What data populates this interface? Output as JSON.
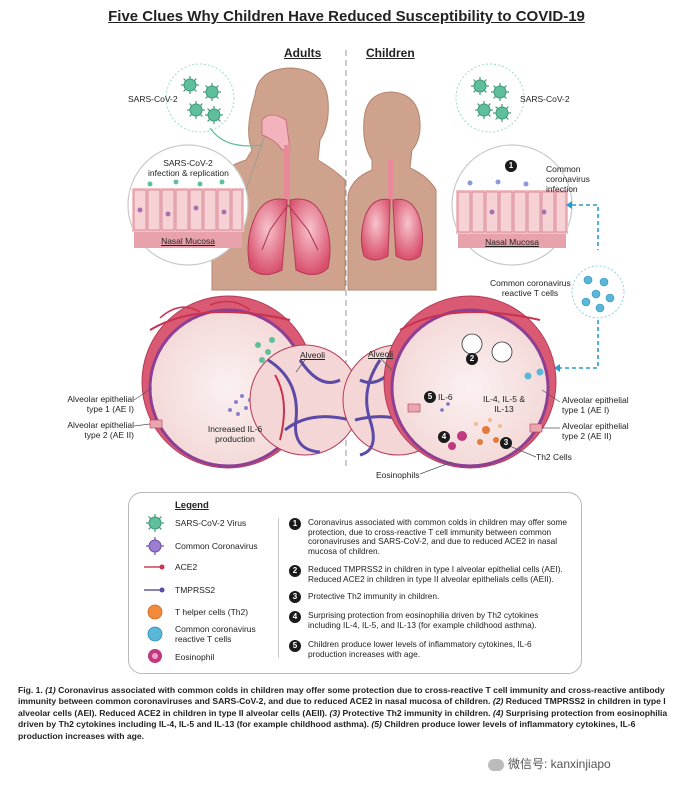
{
  "title": "Five Clues Why Children Have Reduced Susceptibility to COVID-19",
  "columns": {
    "adults": "Adults",
    "children": "Children"
  },
  "labels": {
    "sars_left": "SARS-CoV-2",
    "sars_right": "SARS-CoV-2",
    "infection_replication": "SARS-CoV-2\ninfection & replication",
    "nasal_left": "Nasal Mucosa",
    "nasal_right": "Nasal Mucosa",
    "common_corona_infection": "Common\ncoronavirus\ninfection",
    "reactive_t_cells": "Common coronavirus\nreactive T cells",
    "alveoli_left": "Alveoli",
    "alveoli_right": "Alveoli",
    "ae1_left": "Alveolar epithelial\ntype 1 (AE I)",
    "ae2_left": "Alveolar epithelial\ntype 2 (AE II)",
    "ae1_right": "Alveolar epithelial\ntype 1 (AE I)",
    "ae2_right": "Alveolar epithelial\ntype 2 (AE II)",
    "il6_production": "Increased IL-6\nproduction",
    "il6": "IL-6",
    "il4_5_13": "IL-4, IL-5 &\nIL-13",
    "th2_cells": "Th2 Cells",
    "eosinophils": "Eosinophils"
  },
  "markers": [
    "1",
    "2",
    "3",
    "4",
    "5"
  ],
  "legend": {
    "title": "Legend",
    "items": [
      {
        "label": "SARS-CoV-2 Virus"
      },
      {
        "label": "Common Coronavirus"
      },
      {
        "label": "ACE2"
      },
      {
        "label": "TMPRSS2"
      },
      {
        "label": "T helper cells (Th2)"
      },
      {
        "label": "Common coronavirus\nreactive T cells"
      },
      {
        "label": "Eosinophil"
      }
    ],
    "clues": [
      {
        "num": "1",
        "text": "Coronavirus associated with common colds in children may offer some protection, due to cross-reactive T cell immunity between common coronaviruses and SARS-CoV-2, and due to reduced ACE2 in nasal mucosa of children."
      },
      {
        "num": "2",
        "text": "Reduced TMPRSS2 in children in type I alveolar epithelial cells (AEI). Reduced ACE2 in children in type II alveolar epithelials cells (AEII)."
      },
      {
        "num": "3",
        "text": "Protective Th2 immunity in children."
      },
      {
        "num": "4",
        "text": "Surprising protection from eosinophilia driven by Th2 cytokines including IL-4, IL-5, and IL-13 (for example childhood asthma)."
      },
      {
        "num": "5",
        "text": "Children produce lower levels of inflammatory cytokines, IL-6 production increases with age."
      }
    ]
  },
  "caption": {
    "lead": "Fig. 1.",
    "parts": [
      {
        "n": "(1)",
        "t": " Coronavirus associated with common colds in children may offer some protection due to cross-reactive T cell immunity and cross-reactive antibody immunity between common coronaviruses and SARS-CoV-2, and due to reduced ACE2 in nasal mucosa of children. "
      },
      {
        "n": "(2)",
        "t": " Reduced TMPRSS2 in children in type I alveolar cells (AEI). Reduced ACE2 in children in type II alveolar cells (AEII). "
      },
      {
        "n": "(3)",
        "t": " Protective Th2 immunity in children. "
      },
      {
        "n": "(4)",
        "t": " Surprising protection from eosinophilia driven by Th2 cytokines including IL-4, IL-5 and IL-13 (for example childhood asthma). "
      },
      {
        "n": "(5)",
        "t": " Children produce lower levels of inflammatory cytokines, IL-6 production increases with age."
      }
    ]
  },
  "watermark": "微信号: kanxinjiapo",
  "colors": {
    "skin": "#cfa28d",
    "lung": "#e0607a",
    "lung_light": "#f3b6c1",
    "alveolus_border": "#8d3f94",
    "vessel_red": "#c9324f",
    "vessel_blue": "#5b4aa6",
    "virus_green": "#5fbf9c",
    "tcell_blue": "#5ab7d8",
    "th2_orange": "#f08a3c",
    "eosin_pink": "#c0397f",
    "dashed_blue": "#2f9ad1"
  }
}
